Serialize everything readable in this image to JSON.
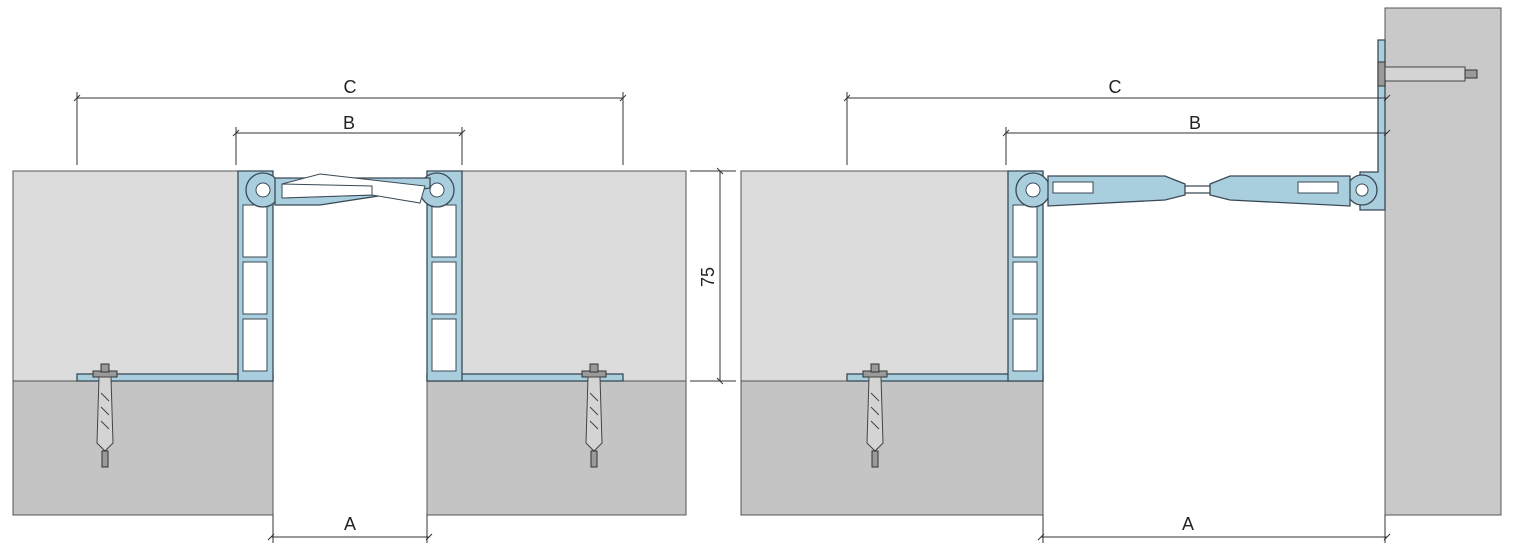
{
  "left_detail": {
    "dim_c": "C",
    "dim_b": "B",
    "dim_a": "A",
    "dim_height": "75"
  },
  "right_detail": {
    "dim_c": "C",
    "dim_b": "B",
    "dim_a": "A"
  },
  "colors": {
    "profile": "#a9cedd",
    "slab_upper": "#dcdcdc",
    "slab_lower": "#c4c4c4"
  }
}
